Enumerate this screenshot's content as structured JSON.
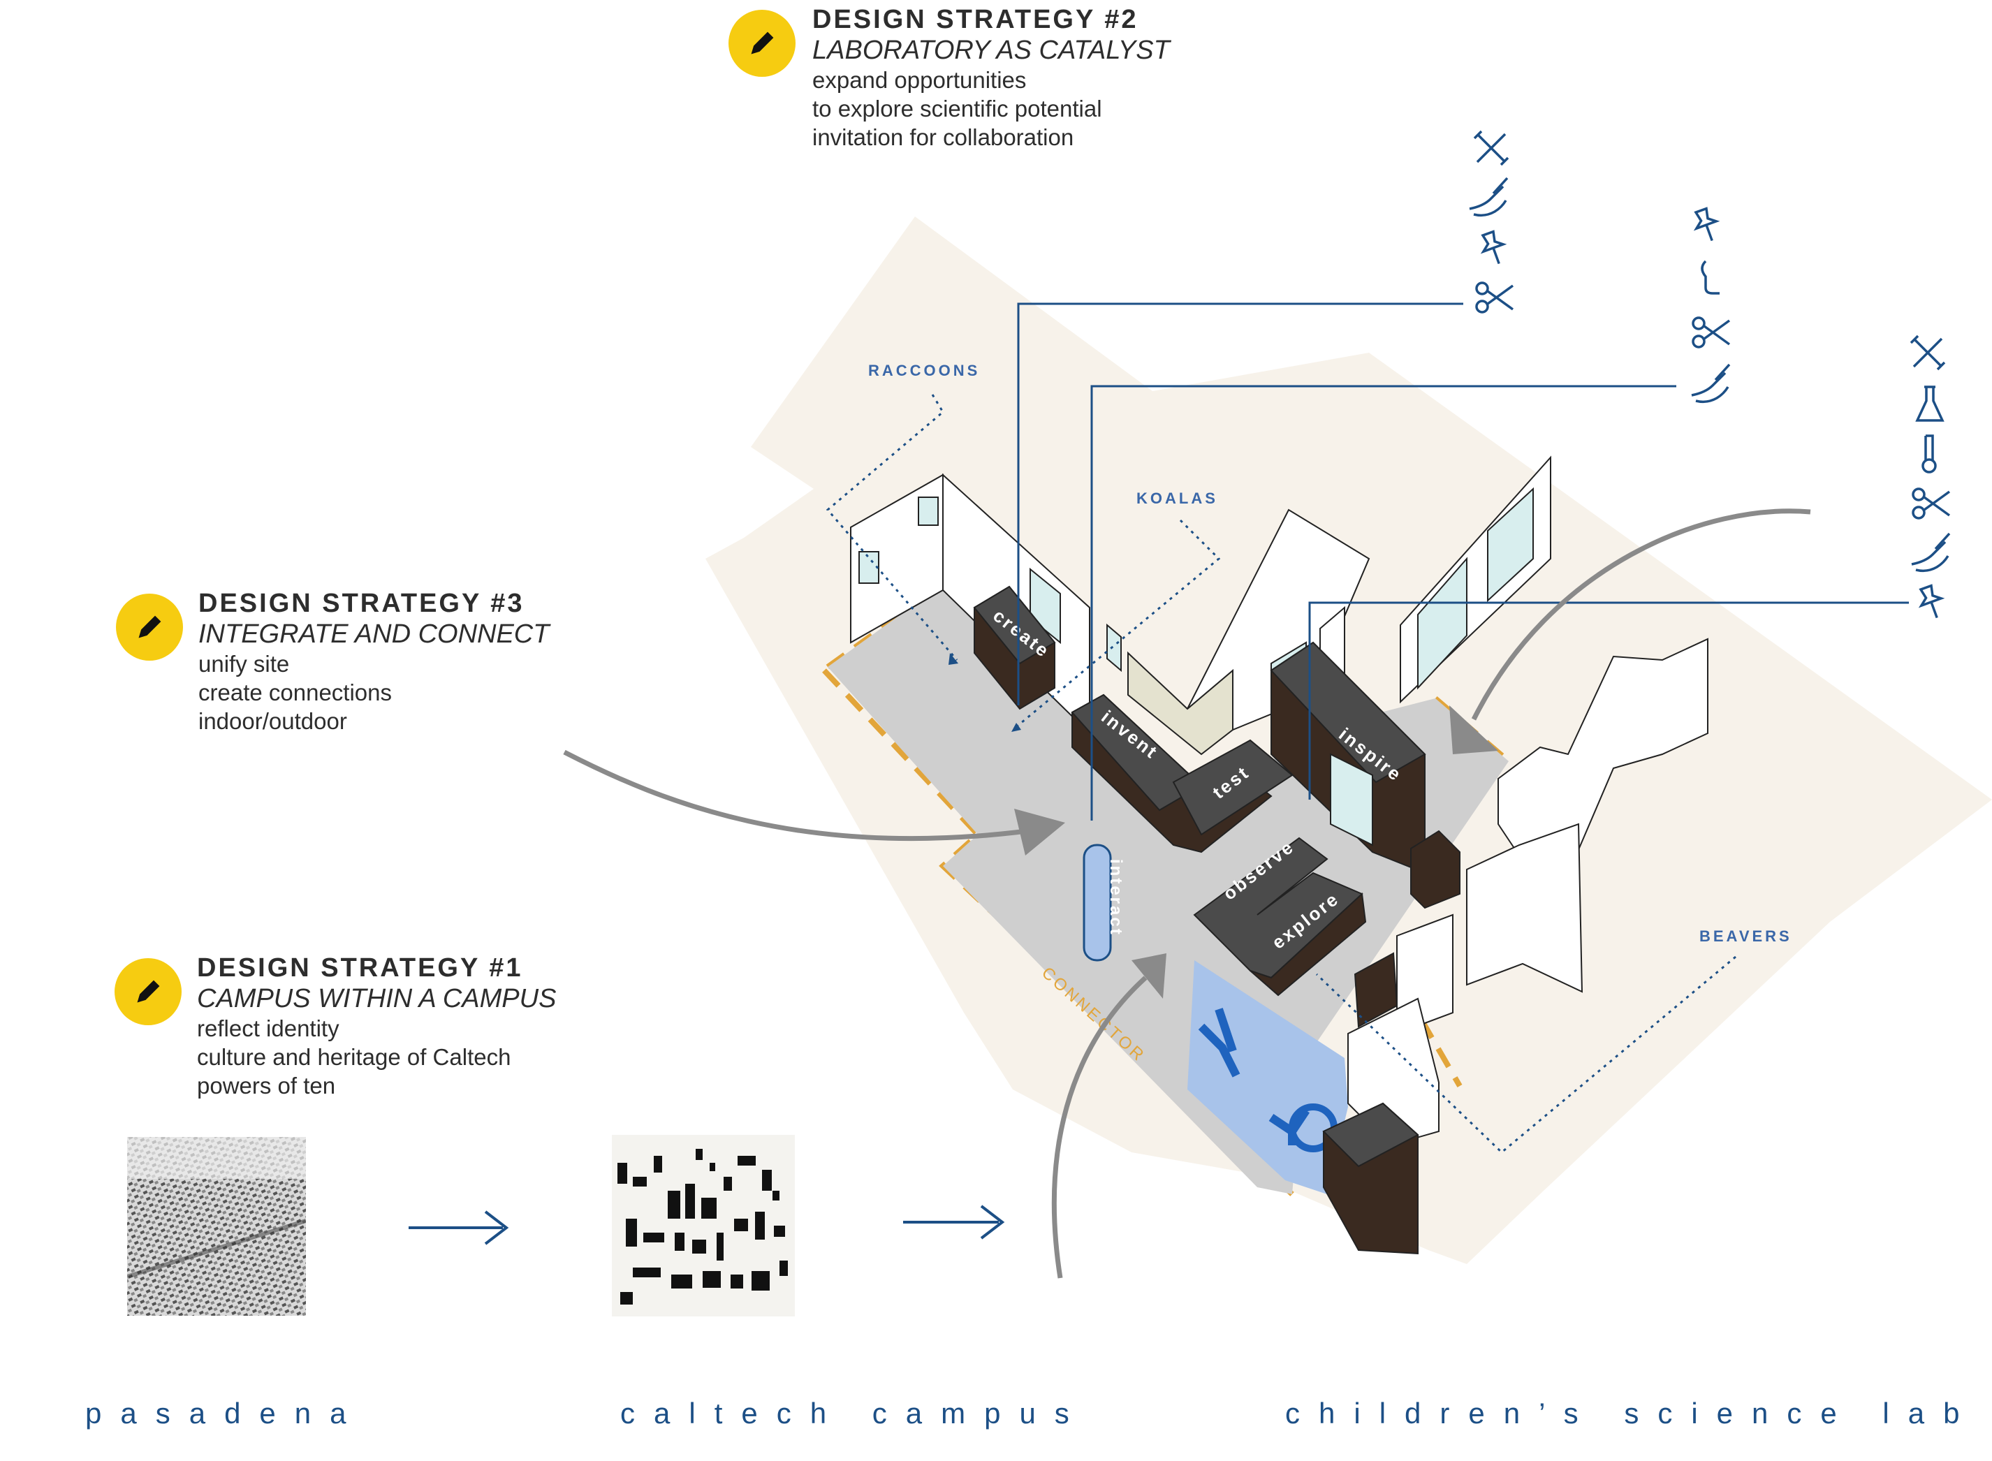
{
  "strategies": {
    "s2": {
      "title": "DESIGN STRATEGY #2",
      "subtitle": "LABORATORY AS CATALYST",
      "lines": [
        "expand opportunities",
        "to explore scientific potential",
        "invitation for collaboration"
      ]
    },
    "s3": {
      "title": "DESIGN STRATEGY #3",
      "subtitle": "INTEGRATE AND CONNECT",
      "lines": [
        "unify site",
        "create connections",
        "indoor/outdoor"
      ]
    },
    "s1": {
      "title": "DESIGN STRATEGY #1",
      "subtitle": "CAMPUS WITHIN A CAMPUS",
      "lines": [
        "reflect identity",
        "culture and heritage of Caltech",
        "powers of ten"
      ]
    }
  },
  "zones": {
    "raccoons": "RACCOONS",
    "koalas": "KOALAS",
    "beavers": "BEAVERS",
    "connector": "CONNECTOR"
  },
  "stations": {
    "create": "create",
    "invent": "invent",
    "test": "test",
    "inspire": "inspire",
    "observe": "observe",
    "explore": "explore",
    "interact": "interact"
  },
  "captions": {
    "pasadena": "pasadena",
    "caltech": "caltech campus",
    "lab": "children’s science lab"
  },
  "icons": {
    "col1": [
      "tools-icon",
      "hand-writing-icon",
      "pushpin-icon",
      "scissors-icon"
    ],
    "col2": [
      "pushpin-icon",
      "magnifier-icon",
      "scissors-icon",
      "hand-writing-icon"
    ],
    "col3": [
      "tools-icon",
      "flask-icon",
      "thermometer-icon",
      "scissors-icon",
      "hand-writing-icon",
      "pushpin-icon"
    ]
  },
  "colors": {
    "accent_yellow": "#f6cc11",
    "navy": "#1c4f86",
    "plaza": "#cfcfcf",
    "furniture": "#4b4b4b",
    "dashed_edge": "#e2a53a",
    "water": "#a8c3ea"
  }
}
